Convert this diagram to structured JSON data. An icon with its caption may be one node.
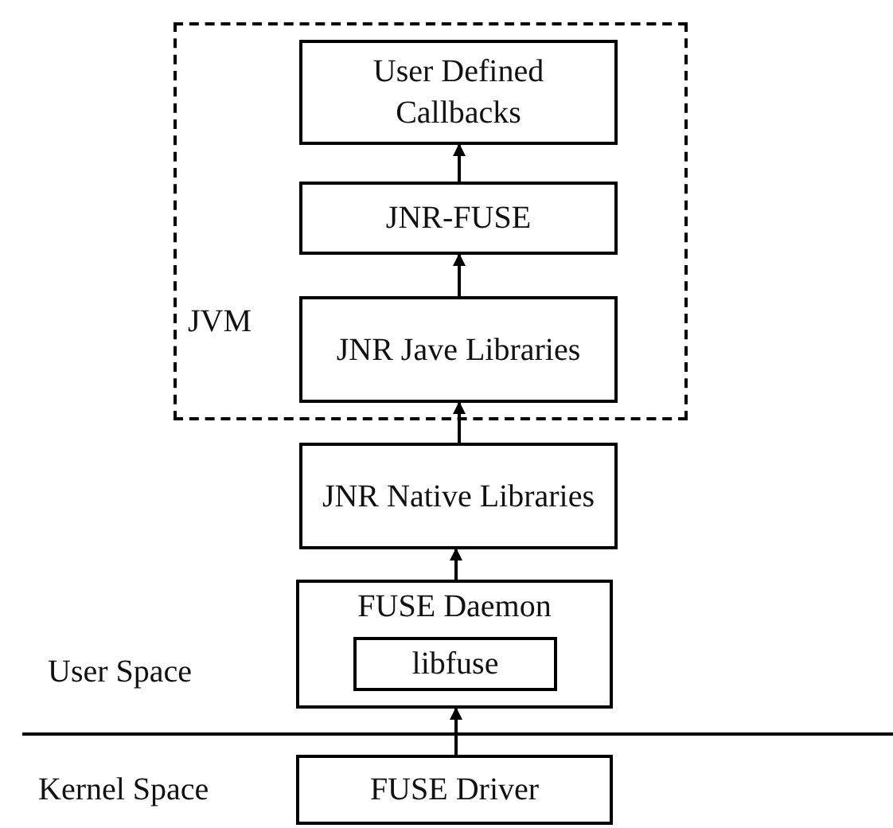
{
  "diagram": {
    "nodes": [
      {
        "text": [
          "JVM"
        ]
      },
      {
        "text": [
          "User Defined Callbacks"
        ],
        "in": 0
      },
      {
        "text": [
          "JNR-FUSE"
        ],
        "in": 0
      },
      {
        "text": [
          "JNR Jave Libraries"
        ],
        "in": 0
      },
      {
        "text": [
          "JNR Native Libraries"
        ]
      },
      {
        "text": [
          "FUSE Daemon"
        ]
      },
      {
        "text": [
          "libfuse"
        ],
        "in": 5
      },
      {
        "text": [
          "FUSE Driver"
        ]
      }
    ],
    "edges": [
      {
        "from": 2,
        "to": 1,
        "arrow": "to"
      },
      {
        "from": 3,
        "to": 2,
        "arrow": "to"
      },
      {
        "from": 4,
        "to": 3,
        "arrow": "to"
      },
      {
        "from": 5,
        "to": 4,
        "arrow": "to"
      },
      {
        "from": 7,
        "to": 5,
        "arrow": "to"
      }
    ],
    "labels": [
      "User Space",
      "Kernel Space"
    ]
  }
}
